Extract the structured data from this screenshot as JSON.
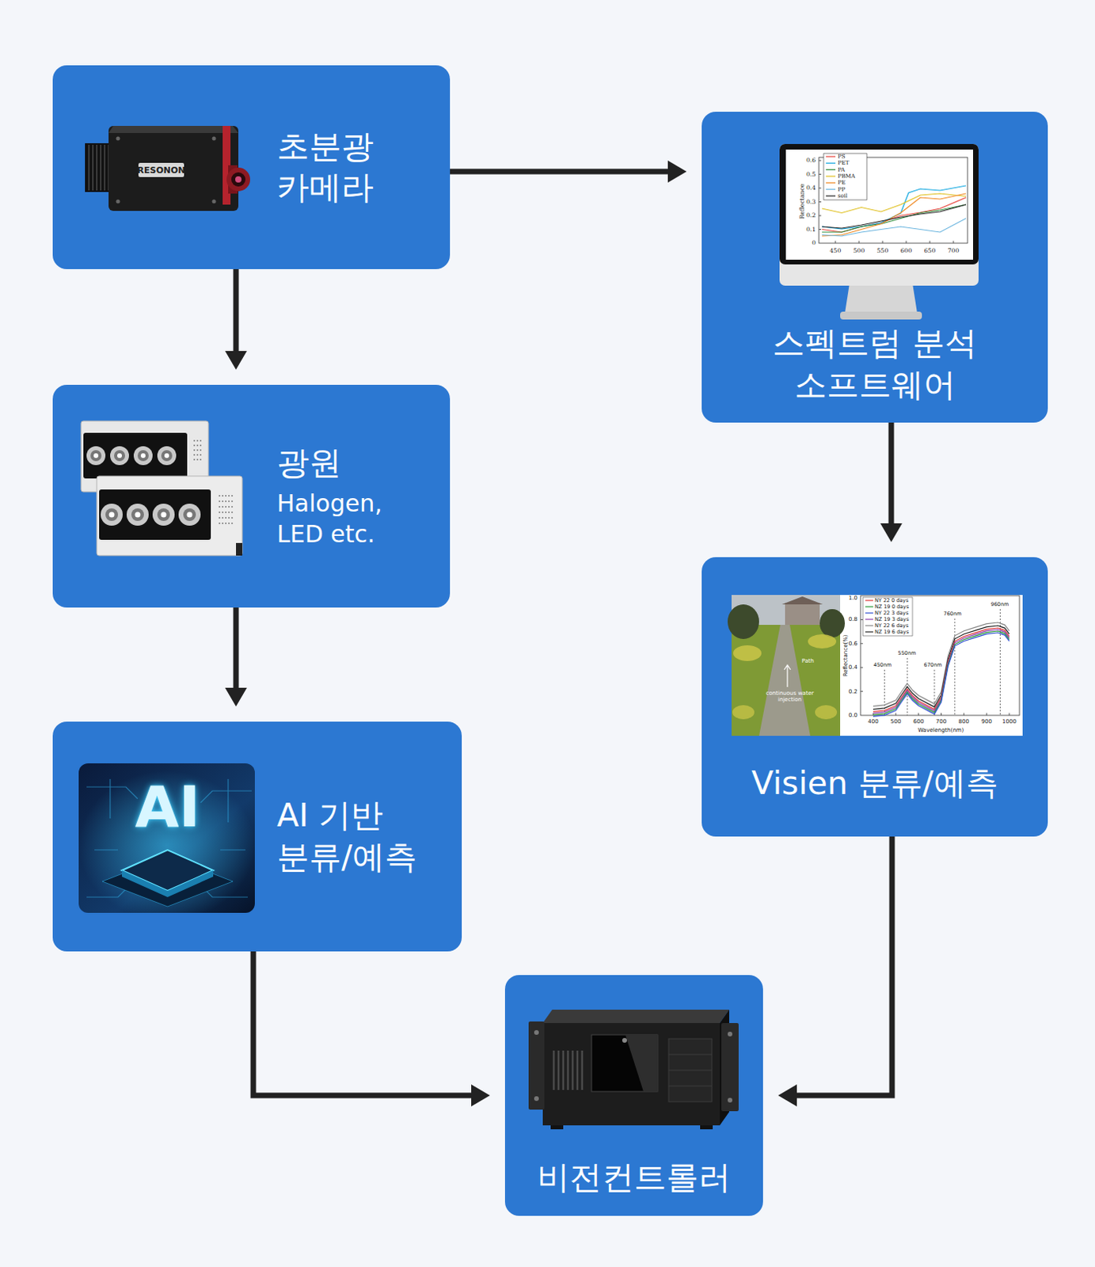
{
  "diagram": {
    "nodes": [
      {
        "text": [
          "초분광 카메라"
        ]
      },
      {
        "text": [
          "스펙트럼 분석 소프트웨어"
        ]
      },
      {
        "text": [
          "광원",
          "Halogen, LED etc."
        ]
      },
      {
        "text": [
          "Visien 분류/예측"
        ]
      },
      {
        "text": [
          "AI 기반 분류/예측"
        ]
      },
      {
        "text": [
          "비전컨트롤러"
        ]
      }
    ],
    "edges": [
      {
        "from": 0,
        "to": 1,
        "arrow": "to"
      },
      {
        "from": 0,
        "to": 2,
        "arrow": "to"
      },
      {
        "from": 2,
        "to": 4,
        "arrow": "to"
      },
      {
        "from": 1,
        "to": 3,
        "arrow": "to"
      },
      {
        "from": 4,
        "to": 5,
        "arrow": "to"
      },
      {
        "from": 3,
        "to": 5,
        "arrow": "to"
      }
    ],
    "labels": [
      "RESONON",
      "PS",
      "PET",
      "PA",
      "PBMA",
      "PE",
      "PP",
      "soil",
      "0.6",
      "0.5",
      "0.4",
      "0.3",
      "0.2",
      "0.1",
      "0",
      "450",
      "500",
      "550",
      "600",
      "650",
      "700",
      "Reflectance",
      "NY 22 0 days",
      "NZ 19 0 days",
      "NY 22 3 days",
      "NZ 19 3 days",
      "NY 22 6 days",
      "NZ 19 6 days",
      "1.0",
      "0.8",
      "0.6",
      "0.4",
      "0.2",
      "0.0",
      "400",
      "500",
      "600",
      "700",
      "800",
      "900",
      "1000",
      "Wavelength(nm)",
      "Reflectance(%)",
      "450nm",
      "550nm",
      "670nm",
      "760nm",
      "960nm",
      "Path",
      "continuous water injection",
      "AI"
    ]
  }
}
